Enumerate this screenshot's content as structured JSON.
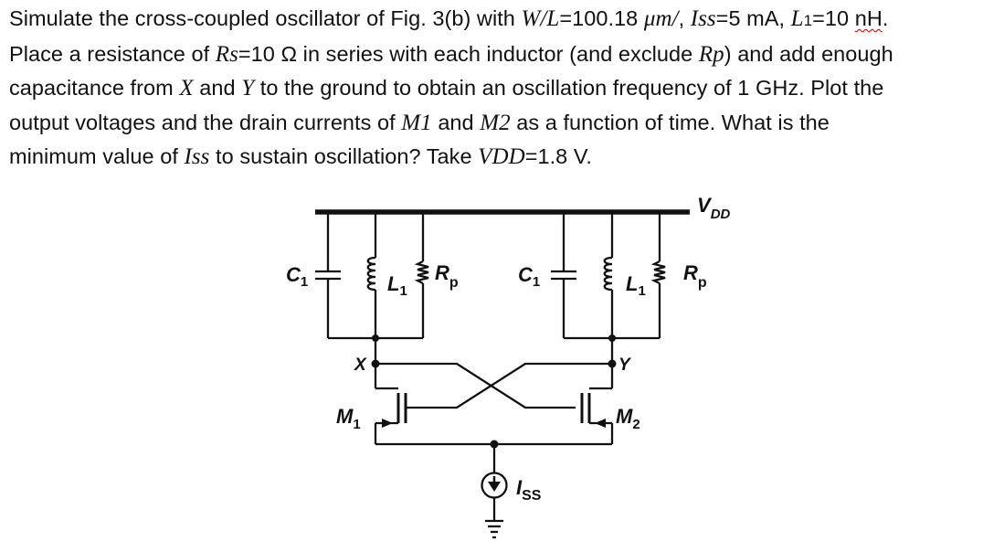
{
  "problem": {
    "l1": {
      "a": "Simulate the cross-coupled oscillator of Fig. 3(b) with ",
      "wl": "W/L",
      "b": "=100.18 ",
      "um": "μm/",
      "c": ", ",
      "iss": "Iss",
      "d": "=5 mA, ",
      "L": "L",
      "Lsub": "1",
      "e": "=10 ",
      "nh": "nH",
      "f": "."
    },
    "l2": {
      "a": "Place a resistance of ",
      "rs": "Rs",
      "b": "=10 Ω in series with each inductor (and exclude ",
      "rp": "Rp",
      "c": ") and add enough"
    },
    "l3": {
      "a": "capacitance from ",
      "x": "X",
      "b": " and ",
      "y": "Y",
      "c": " to the ground to obtain an oscillation frequency of 1 GHz. Plot the"
    },
    "l4": {
      "a": "output voltages and the drain currents of ",
      "m1": "M1",
      "b": " and ",
      "m2": "M2",
      "c": " as a function of time. What is the"
    },
    "l5": {
      "a": "minimum value of ",
      "iss": "Iss",
      "b": " to sustain oscillation? Take ",
      "vdd": "VDD",
      "c": "=1.8 V."
    }
  },
  "circuit": {
    "vdd": "V",
    "vdd_sub": "DD",
    "c1_left": "C",
    "c1_left_sub": "1",
    "l1_left": "L",
    "l1_left_sub": "1",
    "rp_left": "R",
    "rp_left_sub": "p",
    "c1_right": "C",
    "c1_right_sub": "1",
    "l1_right": "L",
    "l1_right_sub": "1",
    "rp_right": "R",
    "rp_right_sub": "p",
    "node_x": "X",
    "node_y": "Y",
    "m1": "M",
    "m1_sub": "1",
    "m2": "M",
    "m2_sub": "2",
    "iss": "I",
    "iss_sub": "SS"
  }
}
